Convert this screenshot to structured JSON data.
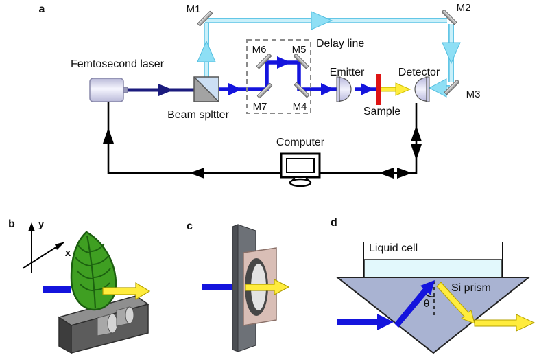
{
  "palette": {
    "beam_navy": "#1b1b7e",
    "beam_blue": "#1414dd",
    "beam_cyan_core": "#c9f0fa",
    "beam_cyan_edge": "#63c6e6",
    "beam_cyan_arrow": "#8edff5",
    "beam_yellow": "#ffec3d",
    "beam_yellow_edge": "#b3a000",
    "sample_red": "#de1414",
    "mirror_gray": "#b5b5b5",
    "prism_fill": "#a9b3d2",
    "liquid_fill": "#e2f8fc",
    "leaf_green": "#3f9f22",
    "stage_gray": "#5c5c5c",
    "holder_pink": "#d9beb6",
    "line_black": "#000000"
  },
  "panel_a": {
    "label": "a",
    "laser_label": "Femtosecond laser",
    "beam_splitter_label": "Beam spltter",
    "delay_line_label": "Delay line",
    "mirror_labels": {
      "m1": "M1",
      "m2": "M2",
      "m3": "M3",
      "m4": "M4",
      "m5": "M5",
      "m6": "M6",
      "m7": "M7"
    },
    "emitter_label": "Emitter",
    "detector_label": "Detector",
    "sample_label": "Sample",
    "computer_label": "Computer"
  },
  "panel_b": {
    "label": "b",
    "axis_y_label": "y",
    "axis_x_label": "x"
  },
  "panel_c": {
    "label": "c"
  },
  "panel_d": {
    "label": "d",
    "liquid_cell_label": "Liquid cell",
    "prism_label": "Si prism",
    "angle_label": "θ"
  }
}
